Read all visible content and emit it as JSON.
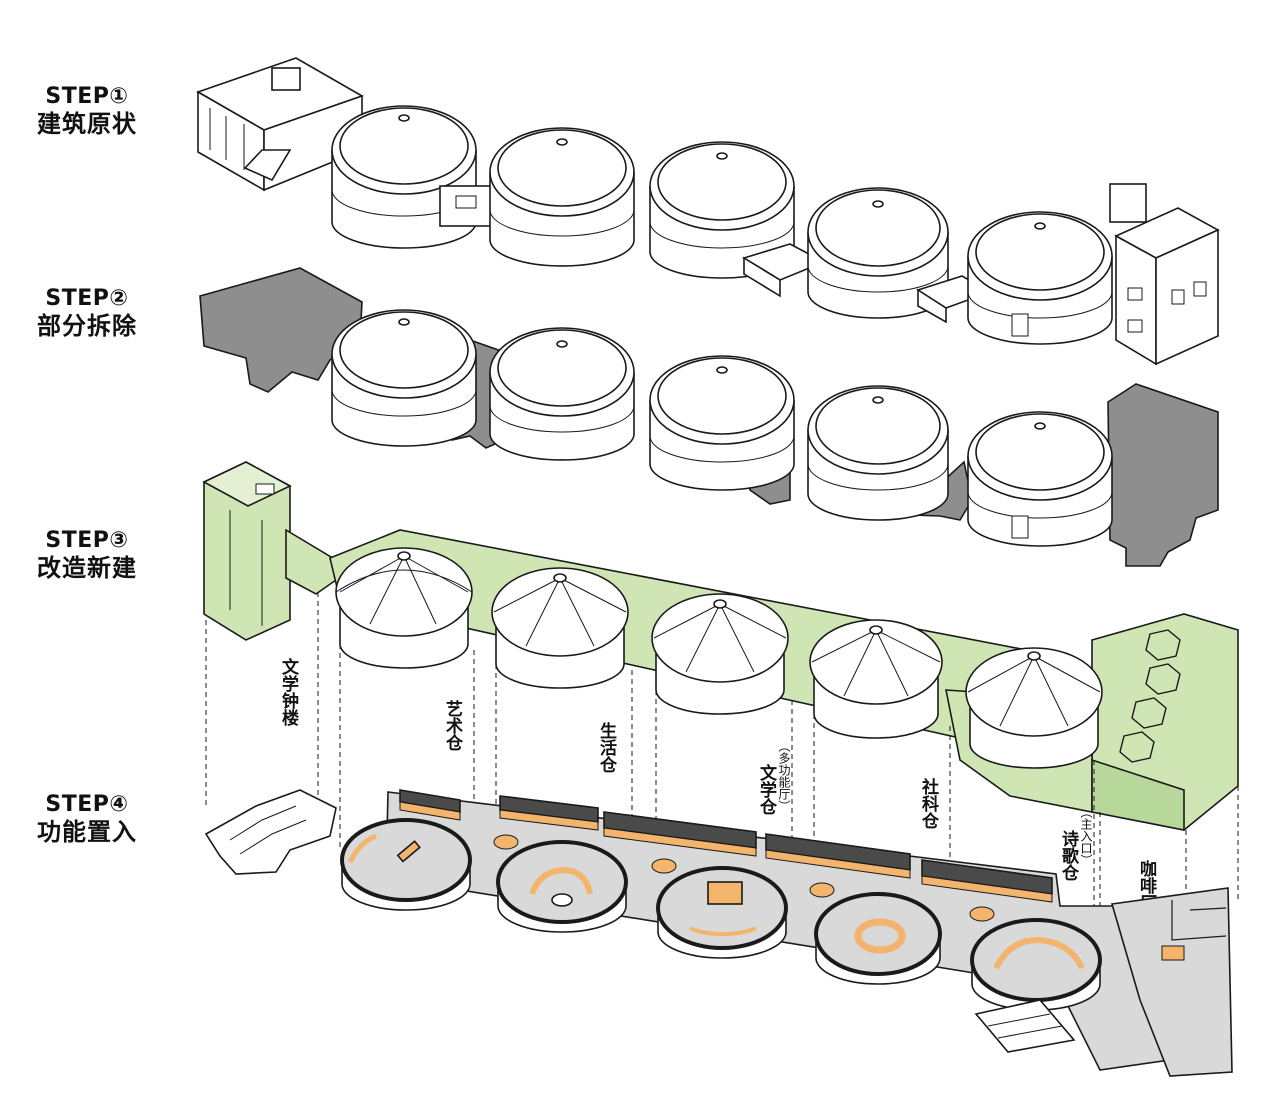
{
  "steps": [
    {
      "title": "STEP①",
      "subtitle": "建筑原状"
    },
    {
      "title": "STEP②",
      "subtitle": "部分拆除"
    },
    {
      "title": "STEP③",
      "subtitle": "改造新建"
    },
    {
      "title": "STEP④",
      "subtitle": "功能置入"
    }
  ],
  "zones": [
    {
      "name": "文学钟楼",
      "note": ""
    },
    {
      "name": "艺术仓",
      "note": ""
    },
    {
      "name": "生活仓",
      "note": ""
    },
    {
      "name": "文学仓",
      "note": "（多功能厅）"
    },
    {
      "name": "社科仓",
      "note": ""
    },
    {
      "name": "诗歌仓",
      "note": "（主入口）"
    },
    {
      "name": "咖啡厅",
      "note": ""
    }
  ],
  "colors": {
    "new_build": "#cfe6b4",
    "demolished": "#8e8e8e",
    "furniture": "#f3b46b",
    "floor": "#d9d9d9",
    "line": "#1a1a1a"
  }
}
